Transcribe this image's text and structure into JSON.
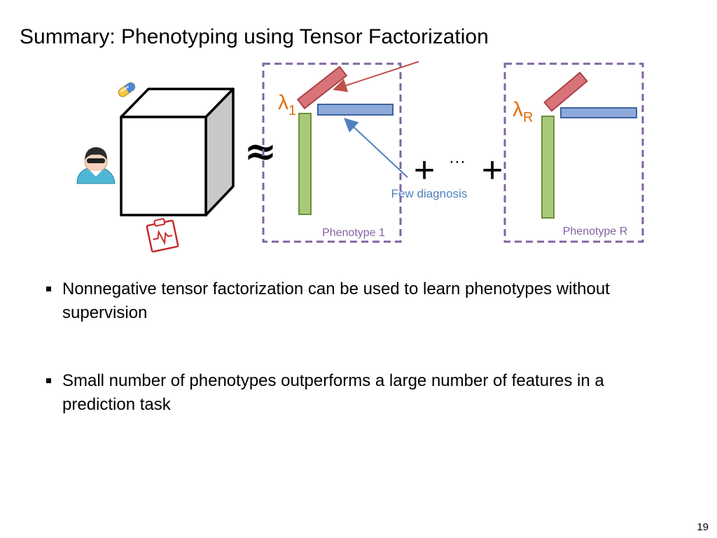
{
  "slide": {
    "title": "Summary: Phenotyping using Tensor Factorization",
    "page_number": "19"
  },
  "diagram": {
    "approx_symbol": "≈",
    "plus_left": "+",
    "ellipsis": "···",
    "plus_right": "+",
    "lambda_1": "λ",
    "lambda_1_sub": "1",
    "lambda_r": "λ",
    "lambda_r_sub": "R",
    "annotation": "Few diagnosis",
    "phenotype_1_label": "Phenotype 1",
    "phenotype_r_label": "Phenotype R",
    "colors": {
      "dashed_border": "#8064a2",
      "red_bar": "#d9737a",
      "blue_bar": "#8eaadb",
      "green_bar": "#a9c97a",
      "label_purple": "#8064a2",
      "annotation_blue": "#4f81bd",
      "lambda_orange": "#e46c0a",
      "red_arrow": "#c0504d"
    },
    "icons": [
      "pill-icon",
      "patient-icon",
      "medical-chart-icon"
    ]
  },
  "bullets": [
    "Nonnegative tensor factorization can be used to learn phenotypes without supervision",
    "Small number of phenotypes outperforms a large number of features in a prediction task"
  ]
}
